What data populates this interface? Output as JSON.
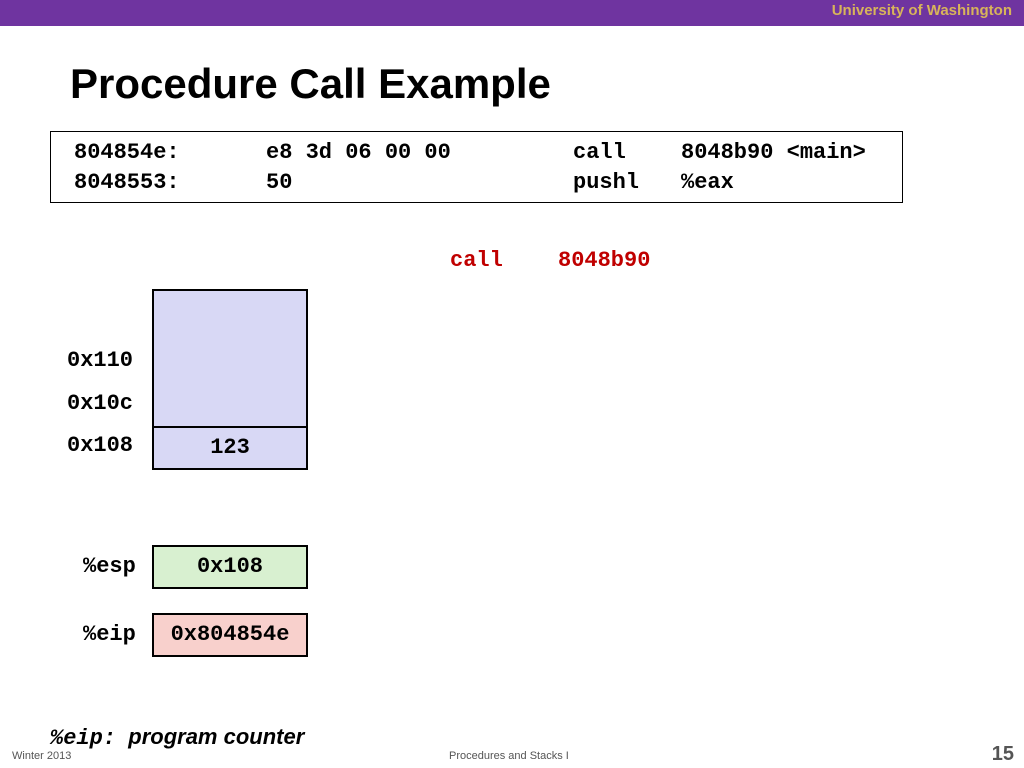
{
  "header": {
    "university": "University of Washington",
    "bar_color": "#6f34a0",
    "university_color": "#d8b45a"
  },
  "title": "Procedure Call Example",
  "code": {
    "lines": [
      {
        "address": "804854e:",
        "bytes": "e8 3d 06 00 00",
        "op": "call",
        "args": "8048b90 <main>"
      },
      {
        "address": "8048553:",
        "bytes": "50",
        "op": "pushl",
        "args": "%eax"
      }
    ]
  },
  "current_instruction": {
    "op": "call",
    "arg": "8048b90",
    "color": "#c00000"
  },
  "stack": {
    "address_labels": [
      "0x110",
      "0x10c",
      "0x108"
    ],
    "value": "123",
    "fill_color": "#d8d8f5"
  },
  "registers": {
    "esp": {
      "label": "%esp",
      "value": "0x108",
      "fill_color": "#d8f0d0"
    },
    "eip": {
      "label": "%eip",
      "value": "0x804854e",
      "fill_color": "#f8d0cc"
    }
  },
  "note": {
    "register": "%eip:",
    "text": "program counter"
  },
  "footer": {
    "left": "Winter 2013",
    "center": "Procedures and Stacks I",
    "page": "15"
  }
}
